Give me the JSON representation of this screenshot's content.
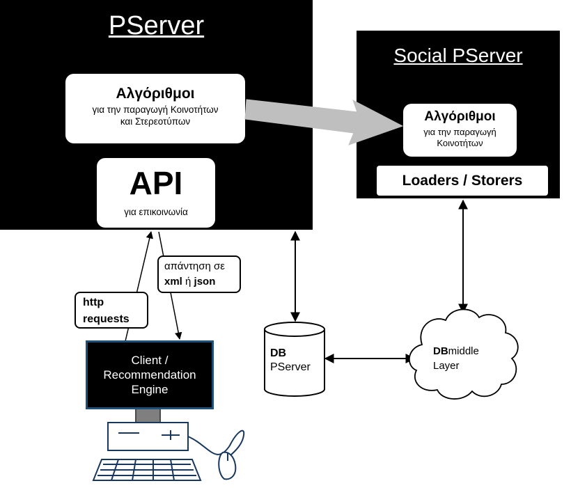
{
  "pserver": {
    "title": "PServer",
    "algorithms": {
      "heading": "Αλγόριθμοι",
      "line1": "για την παραγωγή Κοινοτήτων",
      "line2": "και Στερεοτύπων"
    },
    "api": {
      "heading": "API",
      "subtitle": "για επικοινωνία"
    }
  },
  "social_pserver": {
    "title": "Social PServer",
    "algorithms": {
      "heading": "Αλγόριθμοι",
      "line1": "για την παραγωγή",
      "line2": "Κοινοτήτων"
    },
    "loaders_storers": "Loaders / Storers"
  },
  "http_requests": {
    "line1": "http",
    "line2": "requests"
  },
  "response": {
    "line1": "απάντηση σε",
    "fmt1": "xml",
    "conj": " ή ",
    "fmt2": "json"
  },
  "client": {
    "line1": "Client /",
    "line2": "Recommendation",
    "line3": "Engine"
  },
  "db": {
    "bold": "DB",
    "sub": "PServer"
  },
  "db_middle": {
    "bold": "DB",
    "suffix": "middle",
    "line2": "Layer"
  },
  "colors": {
    "box_background": "#000000",
    "monitor_border": "#1f4e79",
    "computer_stroke": "#17375e",
    "big_arrow": "#bfbfbf"
  }
}
